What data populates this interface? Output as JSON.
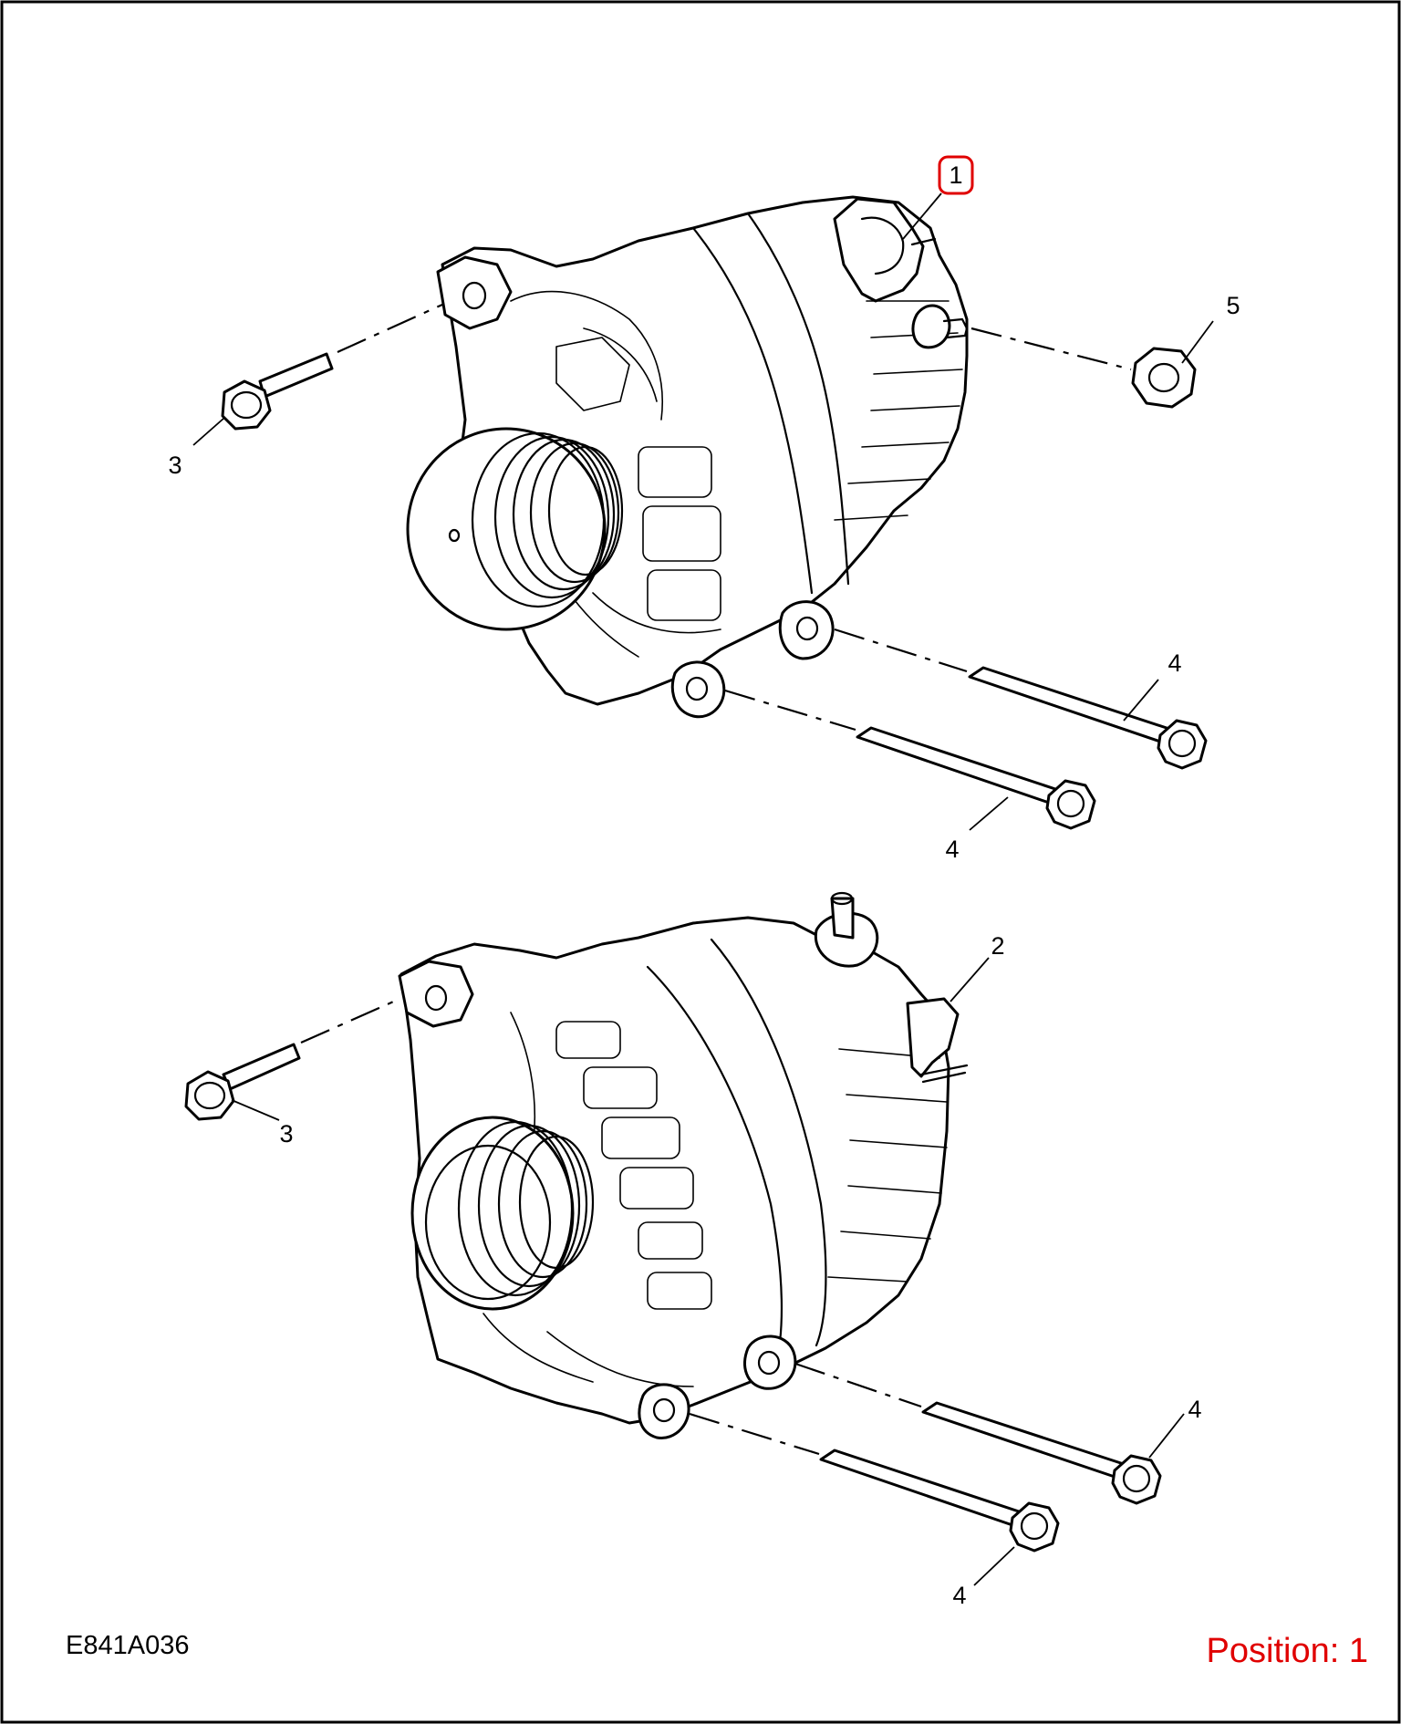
{
  "callouts": {
    "top_1": "1",
    "top_3": "3",
    "top_4a": "4",
    "top_4b": "4",
    "top_5": "5",
    "bottom_2": "2",
    "bottom_3": "3",
    "bottom_4a": "4",
    "bottom_4b": "4"
  },
  "footer": {
    "illustration_code": "E841A036",
    "position_label": "Position: 1"
  },
  "colors": {
    "highlight": "#e00000",
    "line": "#000000",
    "background": "#ffffff"
  }
}
